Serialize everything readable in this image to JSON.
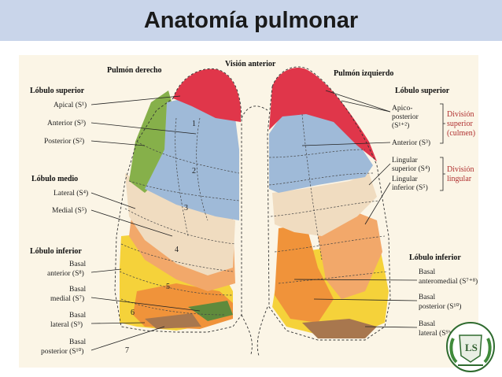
{
  "title": "Anatomía pulmonar",
  "figure": {
    "top": {
      "right_lung": "Pulmón derecho",
      "view": "Visión anterior",
      "left_lung": "Pulmón izquierdo"
    },
    "right_side": {
      "upper_lobe": "Lóbulo superior",
      "apical": "Apical (S¹)",
      "anterior": "Anterior (S³)",
      "posterior": "Posterior (S²)",
      "middle_lobe": "Lóbulo medio",
      "lateral": "Lateral (S⁴)",
      "medial": "Medial (S⁵)",
      "lower_lobe": "Lóbulo inferior",
      "basal_anterior_1": "Basal",
      "basal_anterior_2": "anterior (S⁸)",
      "basal_medial_1": "Basal",
      "basal_medial_2": "medial (S⁷)",
      "basal_lateral_1": "Basal",
      "basal_lateral_2": "lateral (S⁹)",
      "basal_posterior_1": "Basal",
      "basal_posterior_2": "posterior (S¹⁰)"
    },
    "left_side": {
      "upper_lobe": "Lóbulo superior",
      "apicoposterior_1": "Apico-",
      "apicoposterior_2": "posterior",
      "apicoposterior_3": "(S¹⁺²)",
      "anterior": "Anterior (S³)",
      "lingular_sup_1": "Lingular",
      "lingular_sup_2": "superior (S⁴)",
      "lingular_inf_1": "Lingular",
      "lingular_inf_2": "inferior (S⁵)",
      "division_sup_1": "División",
      "division_sup_2": "superior",
      "division_sup_3": "(culmen)",
      "division_ling_1": "División",
      "division_ling_2": "lingular",
      "lower_lobe": "Lóbulo inferior",
      "basal_anteromedial_1": "Basal",
      "basal_anteromedial_2": "anteromedial (S⁷⁺⁸)",
      "basal_posterior_1": "Basal",
      "basal_posterior_2": "posterior (S¹⁰)",
      "basal_lateral_1": "Basal",
      "basal_lateral_2": "lateral (S⁹)"
    },
    "numbers": [
      "1",
      "2",
      "3",
      "4",
      "5",
      "6",
      "7"
    ]
  },
  "colors": {
    "apical": "#e0364a",
    "anterior_blue": "#9fbad8",
    "posterior_green": "#86b04a",
    "medial_beige": "#f0dcc0",
    "lateral_orange": "#f2a86a",
    "basal_yellow": "#f5d23a",
    "basal_orange": "#f0933a",
    "basal_green": "#5f8a3c",
    "basal_posterior_brown": "#a8774e",
    "title_bar": "#c9d5ea"
  },
  "logo": "university-seal"
}
